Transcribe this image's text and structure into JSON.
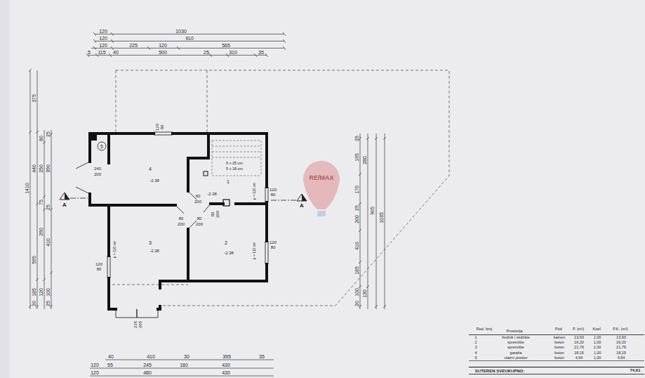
{
  "diagram": {
    "labels": [
      "120",
      "1030",
      "120",
      "910",
      "120",
      "225",
      "120",
      "565",
      "5",
      "115",
      "40",
      "500",
      "25",
      "310",
      "35",
      "1410",
      "375",
      "440",
      "595",
      "185",
      "20",
      "80",
      "250",
      "75",
      "290",
      "120",
      "25",
      "390",
      "25",
      "410",
      "100",
      "25",
      "25",
      "195",
      "170",
      "25",
      "200",
      "410",
      "185",
      "100",
      "20",
      "280",
      "130",
      "905",
      "1035",
      "5",
      "4",
      "-2.38",
      "1",
      "-2.38",
      "3",
      "-2.38",
      "2",
      "-2.38",
      "240",
      "200",
      "120",
      "80",
      "120",
      "80",
      "6 x 25 cm",
      "5 x 18 cm",
      "60",
      "200",
      "80",
      "200",
      "80",
      "200",
      "80",
      "200",
      "120",
      "80",
      "120",
      "80",
      "p = 110 cm",
      "p = 110 cm",
      "p = 110 cm",
      "235",
      "205",
      "A",
      "A",
      "RE/MAX",
      "40",
      "410",
      "30",
      "395",
      "35",
      "120",
      "55",
      "245",
      "180",
      "430",
      "120",
      "480",
      "430",
      "Red. broj",
      "Prostorija",
      "Pod",
      "P. (m²)",
      "Koef.",
      "P.K. (m²)",
      "1",
      "hodnik i stubište",
      "kamen",
      "13,93",
      "1,00",
      "13,93",
      "2",
      "spremište",
      "beton",
      "16,20",
      "1,00",
      "16,20",
      "3",
      "spremište",
      "beton",
      "21,79",
      "1,00",
      "21,79",
      "4",
      "garaža",
      "beton",
      "18,15",
      "1,00",
      "18,15",
      "5",
      "ulazni prostor",
      "beton",
      "4,54",
      "1,00",
      "4,54",
      "SUTEREN SVEUKUPNO:",
      "74,61"
    ]
  }
}
